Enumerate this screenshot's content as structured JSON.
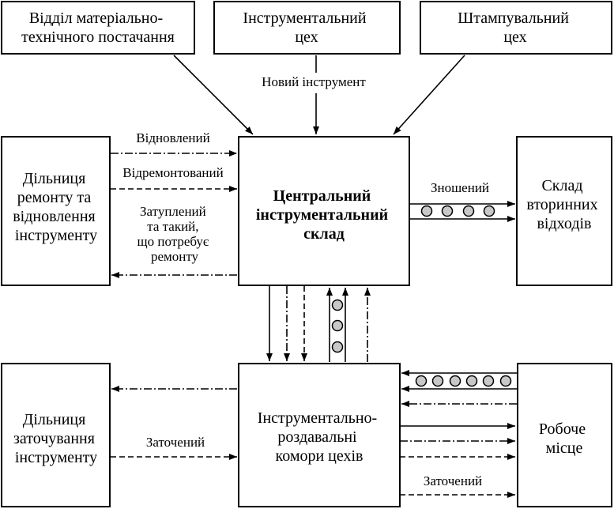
{
  "boxes": {
    "supply": [
      "Відділ матеріально-",
      "технічного постачання"
    ],
    "tool_shop": [
      "Інструментальний",
      "цех"
    ],
    "stamping_shop": [
      "Штампувальний",
      "цех"
    ],
    "repair": [
      "Дільниця",
      "ремонту та",
      "відновлення",
      "інструменту"
    ],
    "central": [
      "Центральний",
      "інструментальний",
      "склад"
    ],
    "scrap": [
      "Склад",
      "вторинних",
      "відходів"
    ],
    "sharpening": [
      "Дільниця",
      "заточування",
      "інструменту"
    ],
    "issue_rooms": [
      "Інструментально-",
      "роздавальні",
      "комори цехів"
    ],
    "workplace": [
      "Робоче",
      "місце"
    ]
  },
  "labels": {
    "new_tool": "Новий інструмент",
    "restored": "Відновлений",
    "repaired": "Відремонтований",
    "dull": [
      "Затуплений",
      "та такий,",
      "що потребує",
      "ремонту"
    ],
    "worn": "Зношений",
    "sharpened_left": "Заточений",
    "sharpened_right": "Заточений"
  }
}
